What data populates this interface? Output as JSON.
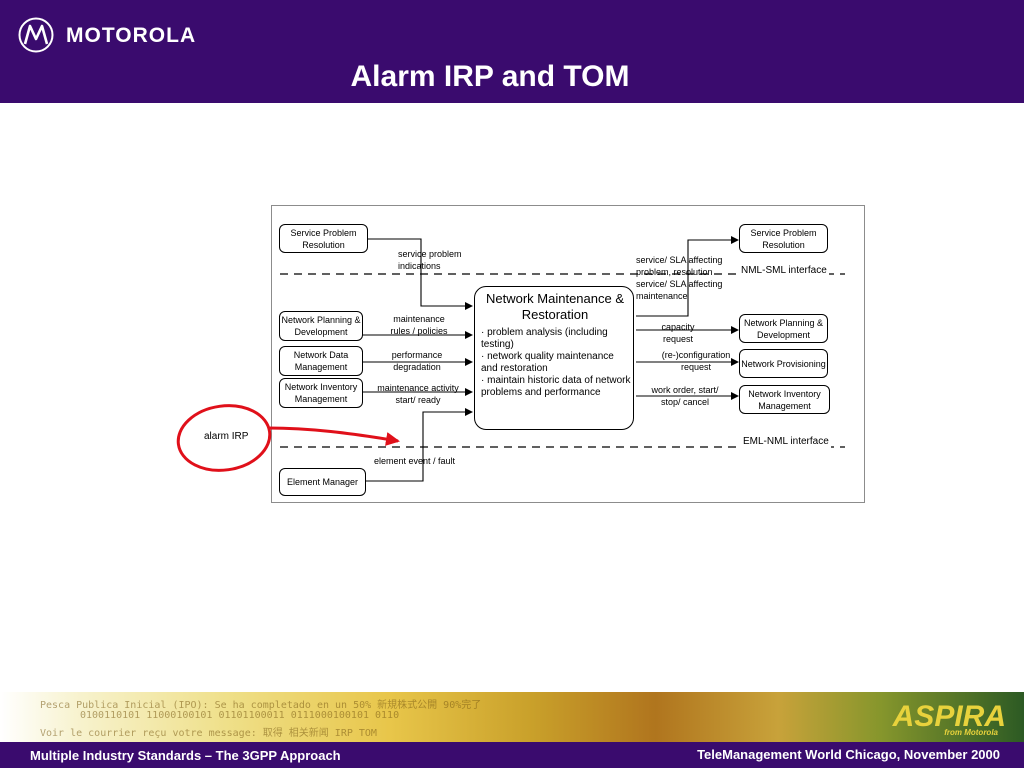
{
  "header": {
    "brand": "MOTOROLA",
    "title": "Alarm IRP and TOM",
    "logo_icon": "motorola-batwing-icon"
  },
  "diagram": {
    "left_boxes": {
      "service_problem": "Service Problem Resolution",
      "planning": "Network Planning & Development",
      "data_mgmt": "Network Data Management",
      "inventory": "Network Inventory Management",
      "element_manager": "Element Manager"
    },
    "right_boxes": {
      "service_problem": "Service Problem Resolution",
      "planning": "Network Planning & Development",
      "provisioning": "Network Provisioning",
      "inventory": "Network Inventory Management"
    },
    "center": {
      "title": "Network Maintenance & Restoration",
      "items": [
        "· problem analysis (including testing)",
        "· network quality maintenance and restoration",
        "· maintain historic data of network problems and performance"
      ]
    },
    "flows": {
      "service_problem_indications": "service problem indications",
      "maintenance_rules": "maintenance rules / policies",
      "performance_degradation": "performance degradation",
      "maintenance_activity": "maintenance activity start/ ready",
      "element_event": "element event / fault",
      "service_sla": "service/ SLA affecting problem, resolution service/ SLA affecting maintenance",
      "capacity_request": "capacity request",
      "reconfiguration_request": "(re-)configuration request",
      "work_order": "work order, start/ stop/ cancel"
    },
    "interfaces": {
      "nml_sml": "NML-SML interface",
      "eml_nml": "EML-NML interface"
    },
    "callout": "alarm IRP"
  },
  "band": {
    "line1": "Pesca Publica Inicial (IPO): Se ha completado en un 50% 新規株式公開 90%完了",
    "line2": "0100110101 11000100101 01101100011 0111000100101 0110",
    "line3": "Voir le courrier reçu votre message: 取得 相关新闻 IRP TOM",
    "aspira": "ASPIRA",
    "aspira_sub": "from Motorola"
  },
  "footer": {
    "left": "Multiple Industry Standards – The 3GPP Approach",
    "right": "TeleManagement World Chicago, November 2000"
  },
  "colors": {
    "brand_purple": "#3a0b6e",
    "callout_red": "#e0101a",
    "logo_yellow": "#e8d23c"
  }
}
